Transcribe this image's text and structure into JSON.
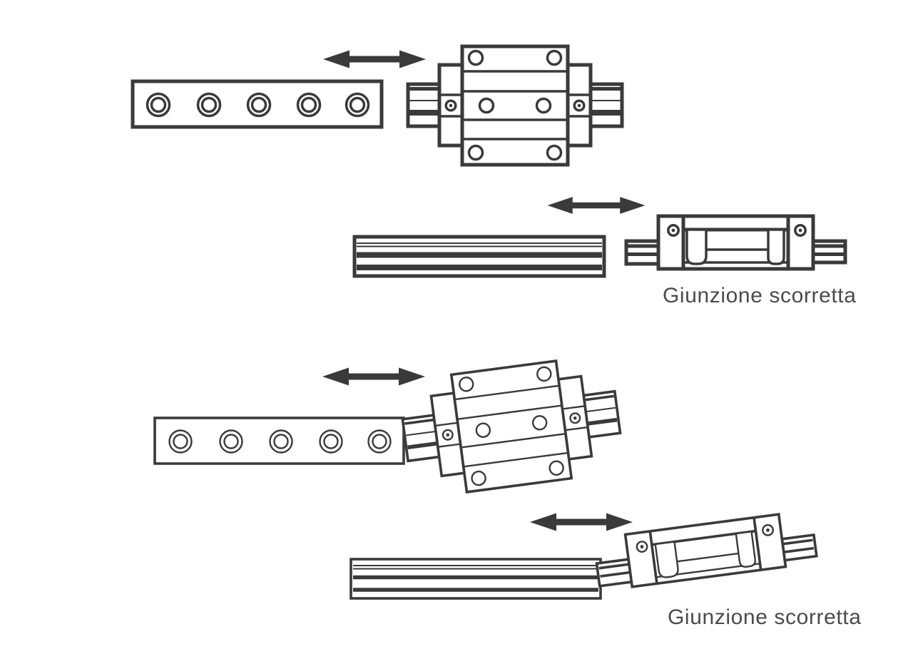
{
  "canvas": {
    "background": "#ffffff",
    "line_color": "#3a3a3a",
    "caption_color": "#4b4b4b"
  },
  "captions": {
    "first": "Giunzione scorretta",
    "second": "Giunzione scorretta"
  },
  "icons": {
    "motion_arrow": "double-headed-horizontal-arrow"
  }
}
